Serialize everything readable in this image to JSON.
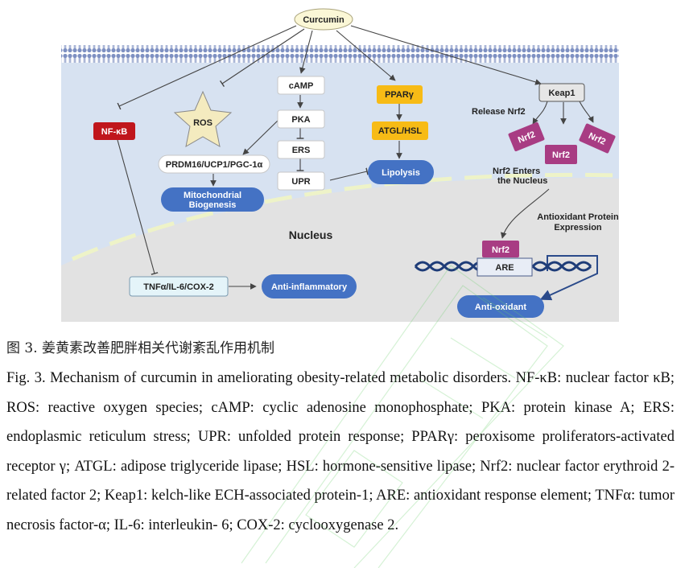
{
  "diagram": {
    "curcumin": "Curcumin",
    "nfkb": "NF-κB",
    "ros": "ROS",
    "camp": "cAMP",
    "pka": "PKA",
    "ers": "ERS",
    "upr": "UPR",
    "prdm16": "PRDM16/UCP1/PGC-1α",
    "mito_line1": "Mitochondrial",
    "mito_line2": "Biogenesis",
    "ppar": "PPARγ",
    "atgl": "ATGL/HSL",
    "lipolysis": "Lipolysis",
    "keap1": "Keap1",
    "release_nrf2": "Release Nrf2",
    "nrf2": "Nrf2",
    "nrf2_enters_line1": "Nrf2 Enters",
    "nrf2_enters_line2": "the Nucleus",
    "antiox_expr_line1": "Antioxidant Protein",
    "antiox_expr_line2": "Expression",
    "nucleus": "Nucleus",
    "are": "ARE",
    "tnf": "TNFα/IL-6/COX-2",
    "anti_inflammatory": "Anti-inflammatory",
    "anti_oxidant": "Anti-oxidant"
  },
  "colors": {
    "curcumin_fill": "#fbf7d6",
    "nfkb_fill": "#c0161c",
    "ros_fill": "#f4ebbf",
    "ppar_fill": "#f7bb16",
    "keap1_fill": "#e6e6e6",
    "nrf2_fill": "#a83c83",
    "outcome_fill": "#4472c4",
    "tnf_fill": "#e4f4f9",
    "cytoplasm": "#d7e2f1",
    "nucleus": "#e2e2e2",
    "membrane": "#7e90c2",
    "dna": "#1e3c78"
  },
  "caption": {
    "cn": "图 3. 姜黄素改善肥胖相关代谢紊乱作用机制",
    "en": "Fig. 3. Mechanism of curcumin in ameliorating obesity-related metabolic disorders. NF-κB: nuclear factor κB; ROS: reactive oxygen species; cAMP: cyclic adenosine monophosphate; PKA: protein kinase A; ERS: endoplasmic reticulum stress; UPR: unfolded protein response; PPARγ: peroxisome proliferators-activated receptor γ; ATGL: adipose triglyceride lipase; HSL: hormone-sensitive lipase; Nrf2: nuclear factor erythroid 2-related factor 2; Keap1: kelch-like ECH-associated protein-1; ARE: antioxidant response element; TNFα: tumor necrosis factor-α; IL-6: interleukin- 6; COX-2: cyclooxygenase 2."
  }
}
